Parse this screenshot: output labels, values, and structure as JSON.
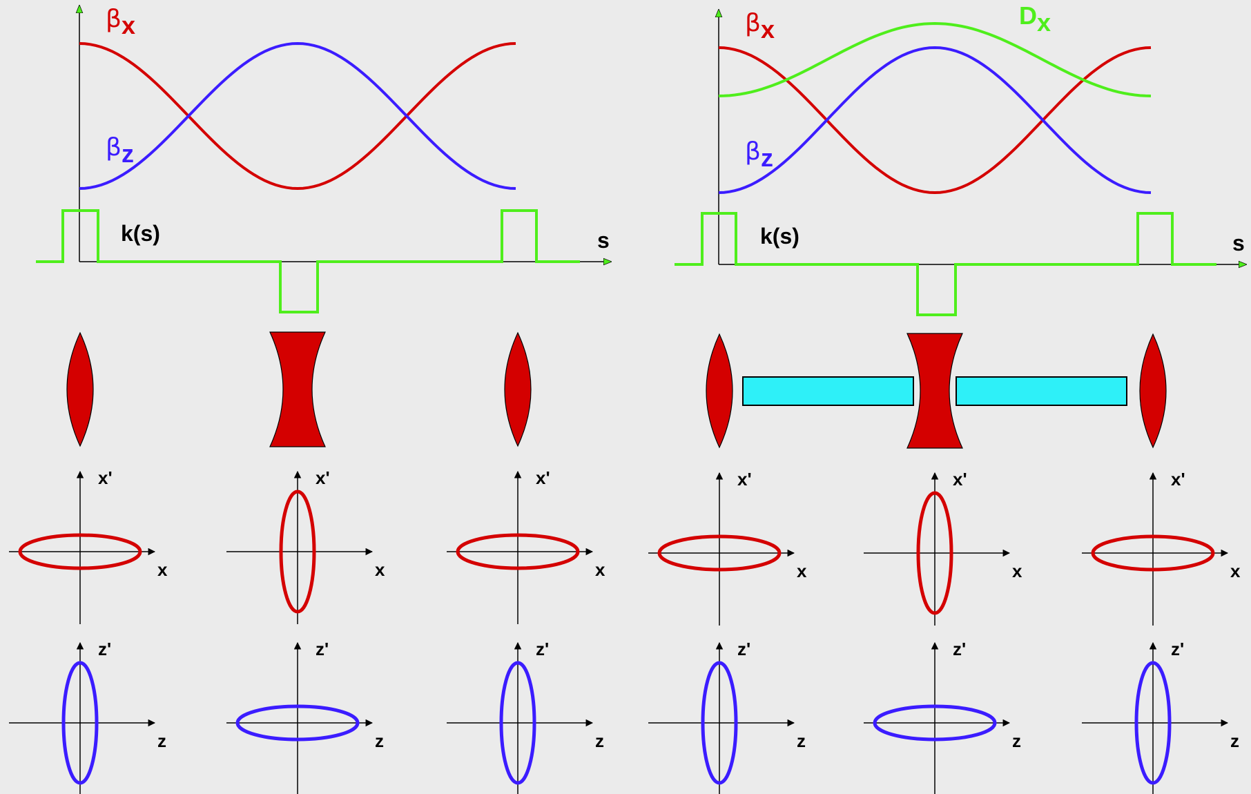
{
  "colors": {
    "background": "#ebebeb",
    "beta_x": "#d40000",
    "beta_z": "#3b1cff",
    "dispersion": "#4fee1c",
    "k_function": "#4fee1c",
    "quad_fill": "#d40000",
    "dipole_fill": "#2ef0f8",
    "axis": "#000000"
  },
  "labels": {
    "beta": "β",
    "x_sub": "x",
    "z_sub": "z",
    "d": "D",
    "k": "k(s)",
    "s": "s",
    "xp": "x'",
    "x": "x",
    "zp": "z'",
    "z": "z"
  },
  "panels": [
    {
      "id": "without-dipoles",
      "has_dispersion": true,
      "shows_dispersion": false,
      "dipoles": 0
    },
    {
      "id": "with-dipoles",
      "has_dispersion": true,
      "shows_dispersion": true,
      "dipoles": 2
    }
  ],
  "lenses": [
    "focusing",
    "defocusing",
    "focusing"
  ],
  "ellipses": {
    "x_plane": [
      "wide",
      "tall",
      "wide"
    ],
    "z_plane": [
      "tall",
      "wide",
      "tall"
    ]
  }
}
